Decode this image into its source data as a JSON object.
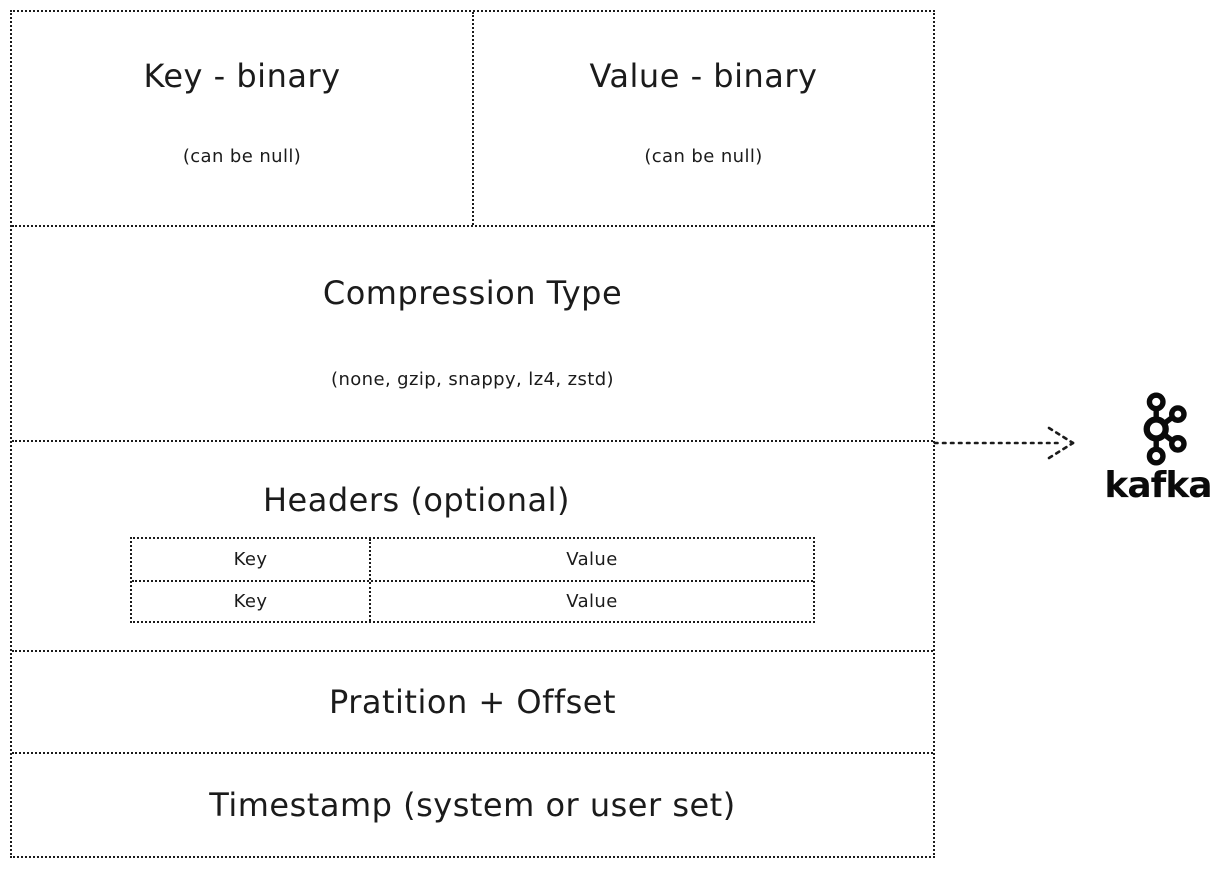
{
  "record": {
    "key_field": {
      "title": "Key - binary",
      "note": "(can be null)"
    },
    "value_field": {
      "title": "Value - binary",
      "note": "(can be null)"
    },
    "compression": {
      "title": "Compression Type",
      "note": "(none, gzip, snappy, lz4, zstd)"
    },
    "headers": {
      "title": "Headers (optional)",
      "rows": [
        {
          "key": "Key",
          "value": "Value"
        },
        {
          "key": "Key",
          "value": "Value"
        }
      ]
    },
    "partition": {
      "title": "Pratition + Offset"
    },
    "timestamp": {
      "title": "Timestamp (system or user set)"
    }
  },
  "kafka": {
    "wordmark": "kafka"
  },
  "colors": {
    "ink": "#1b1b1b",
    "logo": "#0a0a0a",
    "background": "#ffffff"
  }
}
